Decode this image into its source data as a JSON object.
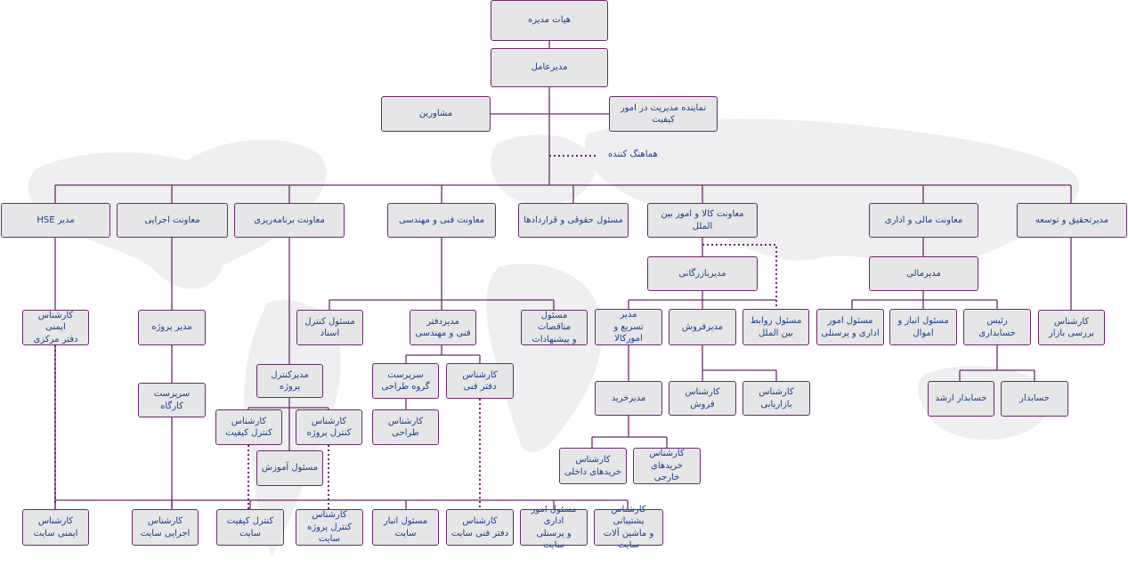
{
  "colors": {
    "box_fill": "#e6e6e8",
    "box_border": "#6b2a6e",
    "line": "#6b2a6e",
    "text": "#1d3d8a",
    "map_bg": "#efeff1"
  },
  "labels": {
    "board": "هیات مدیره",
    "ceo": "مدیرعامل",
    "advisors": "مشاورین",
    "quality_rep": "نماینده مدیریت در امور کیفیت",
    "coordinator": "هماهنگ کننده",
    "hse_manager": "مدیر HSE",
    "exec_deputy": "معاونت اجرایی",
    "planning_deputy": "معاونت برنامه‌ریزی",
    "tech_deputy": "معاونت فنی و مهندسی",
    "legal": "مسئول حقوقی و قراردادها",
    "commerce_deputy": "معاونت کالا و امور بین الملل",
    "finance_deputy": "معاونت مالی و اداری",
    "rnd_manager": "مدیرتحقیق و توسعه",
    "hse_expert": "کارشناس ایمنی\nدفتر مرکزی",
    "project_manager": "مدیر پروژه",
    "workshop_supervisor": "سرپرست کارگاه",
    "project_control_manager": "مدیرکنترل پروژه",
    "quality_control_expert": "کارشناس\nکنترل کیفیت",
    "project_control_expert": "کارشناس\nکنترل پروژه",
    "training_officer": "مسئول آموزش",
    "doc_control": "مسئول کنترل اسناد",
    "tech_office_manager": "مدیردفتر\nفنی و مهندسی",
    "tenders_officer": "مسئول مناقصات\nو پیشنهادات",
    "design_group_head": "سرپرست\nگروه طراحی",
    "tech_office_expert": "کارشناس\nدفتر فنی",
    "design_expert": "کارشناس\nطراحی",
    "commerce_manager": "مدیربازرگانی",
    "expedite_manager": "مدیر\nتسریع و امورکالا",
    "sales_manager": "مدیرفروش",
    "intl_relations": "مسئول روابط\nبین الملل",
    "purchase_manager": "مدیرخرید",
    "sales_expert": "کارشناس فروش",
    "marketing_expert": "کارشناس بازاریابی",
    "domestic_purchase": "کارشناس\nخریدهای داخلی",
    "foreign_purchase": "کارشناس\nخریدهای خارجی",
    "finance_manager": "مدیرمالی",
    "admin_hr": "مسئول امور\nاداری و پرسنلی",
    "warehouse_assets": "مسئول انبار و اموال",
    "chief_accountant": "رئیس حسابداری",
    "senior_accountant": "حسابدار ارشد",
    "accountant": "حسابدار",
    "market_research": "کارشناس\nبررسی بازار",
    "site_safety": "کارشناس\nایمنی سایت",
    "site_exec": "کارشناس\nاجرایی سایت",
    "site_quality": "کنترل کیفیت سایت",
    "site_project_control": "کارشناس\nکنترل پروژه سایت",
    "site_warehouse": "مسئول انبار سایت",
    "site_tech_office": "کارشناس\nدفتر فنی سایت",
    "site_admin_hr": "مسئول امور اداری\nو پرسنلی سایت",
    "site_support": "کارشناس پشتیبانی\nو ماشین آلات سایت"
  }
}
